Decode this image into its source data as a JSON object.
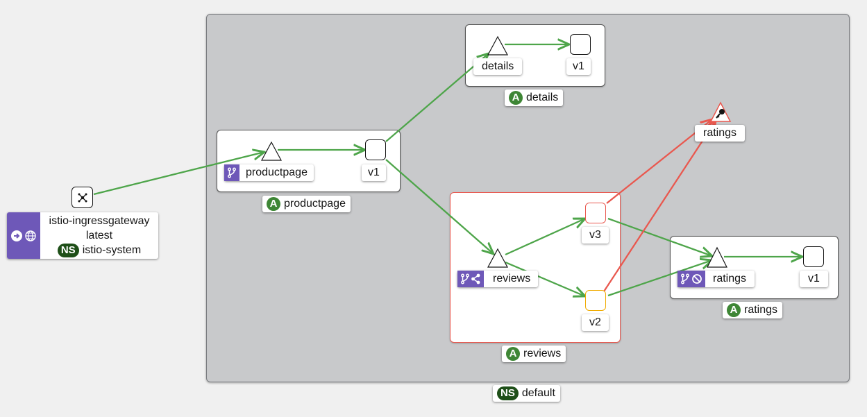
{
  "namespace_default": {
    "ns_badge": "NS",
    "name": "default"
  },
  "gateway": {
    "line1": "istio-ingressgateway",
    "line2": "latest",
    "ns_badge": "NS",
    "namespace": "istio-system",
    "icon": "gateway-icon"
  },
  "apps": {
    "details": {
      "badge": "A",
      "name": "details",
      "service": "details",
      "version": "v1"
    },
    "productpage": {
      "badge": "A",
      "name": "productpage",
      "service": "productpage",
      "version": "v1"
    },
    "reviews": {
      "badge": "A",
      "name": "reviews",
      "service": "reviews",
      "version_v3": "v3",
      "version_v2": "v2"
    },
    "ratings": {
      "badge": "A",
      "name": "ratings",
      "service": "ratings",
      "version": "v1"
    }
  },
  "external_ratings": {
    "label": "ratings",
    "icon": "key-icon"
  },
  "colors": {
    "healthy": "#4ea54a",
    "error": "#e9584f",
    "degraded": "#f0ab00",
    "badge_app": "#3e8635",
    "badge_ns": "#1e4f18",
    "icon_bg": "#6e58b8"
  }
}
